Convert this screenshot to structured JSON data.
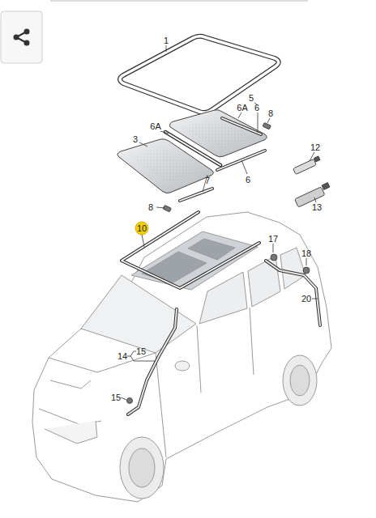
{
  "diagram": {
    "labels": [
      "1",
      "5",
      "6A",
      "6",
      "8",
      "6A",
      "3",
      "6",
      "12",
      "7",
      "13",
      "8",
      "10",
      "17",
      "18",
      "20",
      "14",
      "15",
      "15"
    ]
  }
}
